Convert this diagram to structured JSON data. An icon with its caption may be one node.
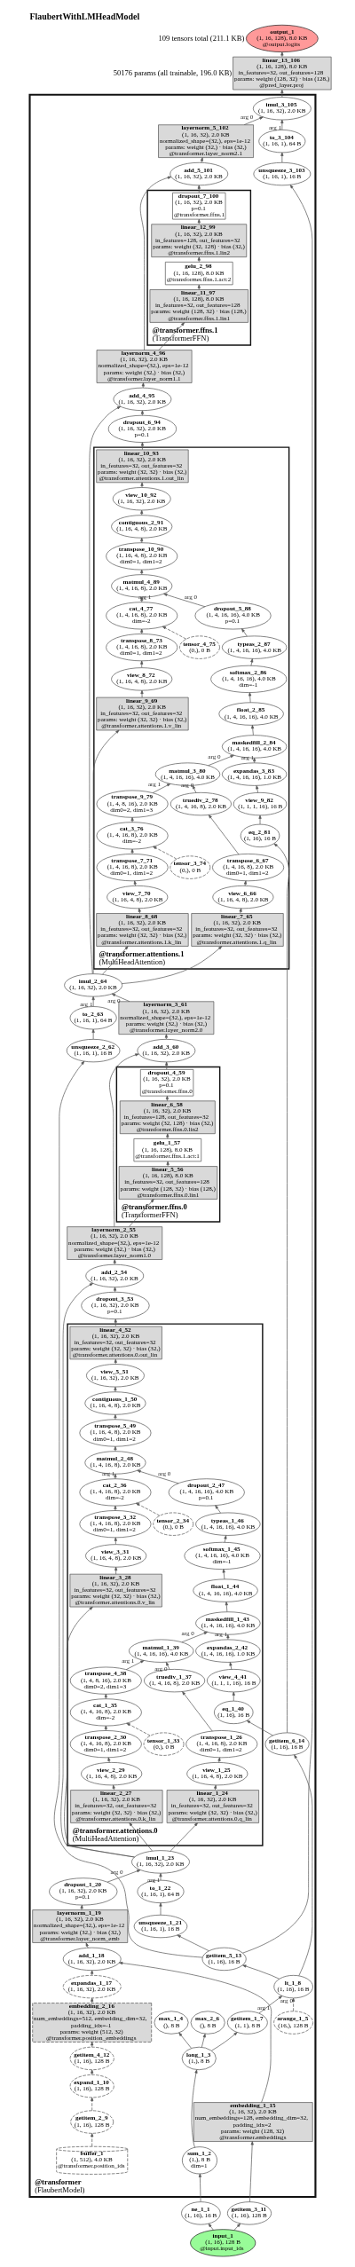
{
  "diagram": {
    "title": "FlaubertWithLMHeadModel",
    "nodes": [
      {
        "text": [
          "output_1",
          "(1, 16, 128), 8.0 KB",
          "@output.logits"
        ]
      },
      {
        "text": [
          "linear_13_106",
          "(1, 16, 128), 8.0 KB",
          "in_features=32, out_features=128",
          "params: weight (128, 32) · bias (128,)",
          "@pred_layer.proj"
        ]
      },
      {
        "text": [
          "@transformer",
          "(FlaubertModel)"
        ]
      },
      {
        "text": [
          "imul_3_105",
          "(1, 16, 32), 2.0 KB"
        ],
        "in": 2
      },
      {
        "text": [
          "layernorm_5_102",
          "(1, 16, 32), 2.0 KB",
          "normalized_shape=(32,), eps=1e-12",
          "params: weight (32,) · bias (32,)",
          "@transformer.layer_norm2.1"
        ],
        "in": 2
      },
      {
        "text": [
          "add_5_101",
          "(1, 16, 32), 2.0 KB"
        ],
        "in": 2
      },
      {
        "text": [
          "@transformer.ffns.1",
          "(TransformerFFN)"
        ],
        "in": 2
      },
      {
        "text": [
          "dropout_7_100",
          "(1, 16, 32), 2.0 KB",
          "p=0.1",
          "@transformer.ffns.1"
        ],
        "in": 6
      },
      {
        "text": [
          "linear_12_99",
          "(1, 16, 32), 2.0 KB",
          "in_features=128, out_features=32",
          "params: weight (32, 128) · bias (32,)",
          "@transformer.ffns.1.lin2"
        ],
        "in": 6
      },
      {
        "text": [
          "gelu_2_98",
          "(1, 16, 128), 8.0 KB",
          "@transformer.ffns.1.act:2"
        ],
        "in": 6
      },
      {
        "text": [
          "linear_11_97",
          "(1, 16, 128), 8.0 KB",
          "in_features=32, out_features=128",
          "params: weight (128, 32) · bias (128,)",
          "@transformer.ffns.1.lin1"
        ],
        "in": 6
      },
      {
        "text": [
          "layernorm_4_96",
          "(1, 16, 32), 2.0 KB",
          "normalized_shape=(32,), eps=1e-12",
          "params: weight (32,) · bias (32,)",
          "@transformer.layer_norm1.1"
        ],
        "in": 2
      },
      {
        "text": [
          "add_4_95",
          "(1, 16, 32), 2.0 KB"
        ],
        "in": 2
      },
      {
        "text": [
          "dropout_6_94",
          "(1, 16, 32), 2.0 KB",
          "p=0.1"
        ],
        "in": 2
      },
      {
        "text": [
          "@transformer.attentions.1",
          "(MultiHeadAttention)"
        ],
        "in": 2
      },
      {
        "text": [
          "linear_10_93",
          "(1, 16, 32), 2.0 KB",
          "in_features=32, out_features=32",
          "params: weight (32, 32) · bias (32,)",
          "@transformer.attentions.1.out_lin"
        ],
        "in": 14
      },
      {
        "text": [
          "view_10_92",
          "(1, 16, 32), 2.0 KB"
        ],
        "in": 14
      },
      {
        "text": [
          "contiguous_2_91",
          "(1, 16, 4, 8), 2.0 KB"
        ],
        "in": 14
      },
      {
        "text": [
          "transpose_10_90",
          "(1, 16, 4, 8), 2.0 KB",
          "dim0=1, dim1=2"
        ],
        "in": 14
      },
      {
        "text": [
          "matmul_4_89",
          "(1, 4, 16, 8), 2.0 KB"
        ],
        "in": 14
      },
      {
        "text": [
          "cat_4_77",
          "(1, 4, 16, 8), 2.0 KB",
          "dim=-2"
        ],
        "in": 14
      },
      {
        "text": [
          "dropout_5_88",
          "(1, 4, 16, 16), 4.0 KB",
          "p=0.1"
        ],
        "in": 14
      },
      {
        "text": [
          "transpose_8_73",
          "(1, 4, 16, 8), 2.0 KB",
          "dim0=1, dim1=2"
        ],
        "in": 14
      },
      {
        "text": [
          "tensor_4_75",
          "(0,), 0 B"
        ],
        "in": 14
      },
      {
        "text": [
          "typeas_2_87",
          "(1, 4, 16, 16), 4.0 KB"
        ],
        "in": 14
      },
      {
        "text": [
          "view_8_72",
          "(1, 16, 4, 8), 2.0 KB"
        ],
        "in": 14
      },
      {
        "text": [
          "softmax_2_86",
          "(1, 4, 16, 16), 4.0 KB",
          "dim=-1"
        ],
        "in": 14
      },
      {
        "text": [
          "linear_9_69",
          "(1, 16, 32), 2.0 KB",
          "in_features=32, out_features=32",
          "params: weight (32, 32) · bias (32,)",
          "@transformer.attentions.1.v_lin"
        ],
        "in": 14
      },
      {
        "text": [
          "float_2_85",
          "(1, 4, 16, 16), 4.0 KB"
        ],
        "in": 14
      },
      {
        "text": [
          "maskedfill_2_84",
          "(1, 4, 16, 16), 4.0 KB"
        ],
        "in": 14
      },
      {
        "text": [
          "expandas_3_83",
          "(1, 4, 16, 16), 1.0 KB"
        ],
        "in": 14
      },
      {
        "text": [
          "matmul_3_80",
          "(1, 4, 16, 16), 4.0 KB"
        ],
        "in": 14
      },
      {
        "text": [
          "view_9_82",
          "(1, 1, 1, 16), 16 B"
        ],
        "in": 14
      },
      {
        "text": [
          "truediv_2_78",
          "(1, 4, 16, 8), 2.0 KB"
        ],
        "in": 14
      },
      {
        "text": [
          "transpose_9_79",
          "(1, 4, 8, 16), 2.0 KB",
          "dim0=2, dim1=3"
        ],
        "in": 14
      },
      {
        "text": [
          "eq_2_81",
          "(1, 16), 16 B"
        ],
        "in": 14
      },
      {
        "text": [
          "transpose_6_67",
          "(1, 4, 16, 8), 2.0 KB",
          "dim0=1, dim1=2"
        ],
        "in": 14
      },
      {
        "text": [
          "cat_3_76",
          "(1, 4, 16, 8), 2.0 KB",
          "dim=-2"
        ],
        "in": 14
      },
      {
        "text": [
          "view_6_66",
          "(1, 16, 4, 8), 2.0 KB"
        ],
        "in": 14
      },
      {
        "text": [
          "transpose_7_71",
          "(1, 4, 16, 8), 2.0 KB",
          "dim0=1, dim1=2"
        ],
        "in": 14
      },
      {
        "text": [
          "tensor_3_74",
          "(0,), 0 B"
        ],
        "in": 14
      },
      {
        "text": [
          "linear_7_65",
          "(1, 16, 32), 2.0 KB",
          "in_features=32, out_features=32",
          "params: weight (32, 32) · bias (32,)",
          "@transformer.attentions.1.q_lin"
        ],
        "in": 14
      },
      {
        "text": [
          "view_7_70",
          "(1, 16, 4, 8), 2.0 KB"
        ],
        "in": 14
      },
      {
        "text": [
          "linear_8_68",
          "(1, 16, 32), 2.0 KB",
          "in_features=32, out_features=32",
          "params: weight (32, 32) · bias (32,)",
          "@transformer.attentions.1.k_lin"
        ],
        "in": 14
      },
      {
        "text": [
          "imul_2_64",
          "(1, 16, 32), 2.0 KB"
        ],
        "in": 2
      },
      {
        "text": [
          "layernorm_3_61",
          "(1, 16, 32), 2.0 KB",
          "normalized_shape=(32,), eps=1e-12",
          "params: weight (32,) · bias (32,)",
          "@transformer.layer_norm2.0"
        ],
        "in": 2
      },
      {
        "text": [
          "add_3_60",
          "(1, 16, 32), 2.0 KB"
        ],
        "in": 2
      },
      {
        "text": [
          "@transformer.ffns.0",
          "(TransformerFFN)"
        ],
        "in": 2
      },
      {
        "text": [
          "dropout_4_59",
          "(1, 16, 32), 2.0 KB",
          "p=0.1",
          "@transformer.ffns.0"
        ],
        "in": 47
      },
      {
        "text": [
          "linear_6_58",
          "(1, 16, 32), 2.0 KB",
          "in_features=128, out_features=32",
          "params: weight (32, 128) · bias (32,)",
          "@transformer.ffns.0.lin2"
        ],
        "in": 47
      },
      {
        "text": [
          "gelu_1_57",
          "(1, 16, 128), 8.0 KB",
          "@transformer.ffns.1.act:1"
        ],
        "in": 47
      },
      {
        "text": [
          "linear_5_56",
          "(1, 16, 128), 8.0 KB",
          "in_features=32, out_features=128",
          "params: weight (128, 32) · bias (128,)",
          "@transformer.ffns.0.lin1"
        ],
        "in": 47
      },
      {
        "text": [
          "layernorm_2_55",
          "(1, 16, 32), 2.0 KB",
          "normalized_shape=(32,), eps=1e-12",
          "params: weight (32,) · bias (32,)",
          "@transformer.layer_norm1.0"
        ],
        "in": 2
      },
      {
        "text": [
          "add_2_54",
          "(1, 16, 32), 2.0 KB"
        ],
        "in": 2
      },
      {
        "text": [
          "dropout_3_53",
          "(1, 16, 32), 2.0 KB",
          "p=0.1"
        ],
        "in": 2
      },
      {
        "text": [
          "@transformer.attentions.0",
          "(MultiHeadAttention)"
        ],
        "in": 2
      },
      {
        "text": [
          "linear_4_52",
          "(1, 16, 32), 2.0 KB",
          "in_features=32, out_features=32",
          "params: weight (32, 32) · bias (32,)",
          "@transformer.attentions.0.out_lin"
        ],
        "in": 55
      },
      {
        "text": [
          "view_5_51",
          "(1, 16, 32), 2.0 KB"
        ],
        "in": 55
      },
      {
        "text": [
          "contiguous_1_50",
          "(1, 16, 4, 8), 2.0 KB"
        ],
        "in": 55
      },
      {
        "text": [
          "transpose_5_49",
          "(1, 16, 4, 8), 2.0 KB",
          "dim0=1, dim1=2"
        ],
        "in": 55
      },
      {
        "text": [
          "matmul_2_48",
          "(1, 4, 16, 8), 2.0 KB"
        ],
        "in": 55
      },
      {
        "text": [
          "dropout_2_47",
          "(1, 4, 16, 16), 4.0 KB",
          "p=0.1"
        ],
        "in": 55
      },
      {
        "text": [
          "cat_2_36",
          "(1, 4, 16, 8), 2.0 KB",
          "dim=-2"
        ],
        "in": 55
      },
      {
        "text": [
          "typeas_1_46",
          "(1, 4, 16, 16), 4.0 KB"
        ],
        "in": 55
      },
      {
        "text": [
          "tensor_2_34",
          "(0,), 0 B"
        ],
        "in": 55
      },
      {
        "text": [
          "transpose_3_32",
          "(1, 4, 16, 8), 2.0 KB",
          "dim0=1, dim1=2"
        ],
        "in": 55
      },
      {
        "text": [
          "softmax_1_45",
          "(1, 4, 16, 16), 4.0 KB",
          "dim=-1"
        ],
        "in": 55
      },
      {
        "text": [
          "view_3_31",
          "(1, 16, 4, 8), 2.0 KB"
        ],
        "in": 55
      },
      {
        "text": [
          "float_1_44",
          "(1, 4, 16, 16), 4.0 KB"
        ],
        "in": 55
      },
      {
        "text": [
          "linear_3_28",
          "(1, 16, 32), 2.0 KB",
          "in_features=32, out_features=32",
          "params: weight (32, 32) · bias (32,)",
          "@transformer.attentions.0.v_lin"
        ],
        "in": 55
      },
      {
        "text": [
          "maskedfill_1_43",
          "(1, 4, 16, 16), 4.0 KB"
        ],
        "in": 55
      },
      {
        "text": [
          "expandas_2_42",
          "(1, 4, 16, 16), 1.0 KB"
        ],
        "in": 55
      },
      {
        "text": [
          "matmul_1_39",
          "(1, 4, 16, 16), 4.0 KB"
        ],
        "in": 55
      },
      {
        "text": [
          "view_4_41",
          "(1, 1, 1, 16), 16 B"
        ],
        "in": 55
      },
      {
        "text": [
          "transpose_4_38",
          "(1, 4, 8, 16), 2.0 KB",
          "dim0=2, dim1=3"
        ],
        "in": 55
      },
      {
        "text": [
          "truediv_1_37",
          "(1, 4, 16, 8), 2.0 KB"
        ],
        "in": 55
      },
      {
        "text": [
          "eq_1_40",
          "(1, 16), 16 B"
        ],
        "in": 55
      },
      {
        "text": [
          "cat_1_35",
          "(1, 4, 16, 8), 2.0 KB",
          "dim=-2"
        ],
        "in": 55
      },
      {
        "text": [
          "transpose_1_26",
          "(1, 4, 16, 8), 2.0 KB",
          "dim0=1, dim1=2"
        ],
        "in": 55
      },
      {
        "text": [
          "tensor_1_33",
          "(0,), 0 B"
        ],
        "in": 55
      },
      {
        "text": [
          "transpose_2_30",
          "(1, 4, 16, 8), 2.0 KB",
          "dim0=1, dim1=2"
        ],
        "in": 55
      },
      {
        "text": [
          "view_1_25",
          "(1, 16, 4, 8), 2.0 KB"
        ],
        "in": 55
      },
      {
        "text": [
          "view_2_29",
          "(1, 16, 4, 8), 2.0 KB"
        ],
        "in": 55
      },
      {
        "text": [
          "linear_1_24",
          "(1, 16, 32), 2.0 KB",
          "in_features=32, out_features=32",
          "params: weight (32, 32) · bias (32,)",
          "@transformer.attentions.0.q_lin"
        ],
        "in": 55
      },
      {
        "text": [
          "linear_2_27",
          "(1, 16, 32), 2.0 KB",
          "in_features=32, out_features=32",
          "params: weight (32, 32) · bias (32,)",
          "@transformer.attentions.0.k_lin"
        ],
        "in": 55
      },
      {
        "text": [
          "getitem_6_14",
          "(1, 16), 16 B"
        ],
        "in": 2
      },
      {
        "text": [
          "imul_1_23",
          "(1, 16, 32), 2.0 KB"
        ],
        "in": 2
      },
      {
        "text": [
          "dropout_1_20",
          "(1, 16, 32), 2.0 KB",
          "p=0.1"
        ],
        "in": 2
      },
      {
        "text": [
          "to_1_22",
          "(1, 16, 1), 64 B"
        ],
        "in": 2
      },
      {
        "text": [
          "to_2_63",
          "(1, 16, 1), 64 B"
        ],
        "in": 2
      },
      {
        "text": [
          "to_3_104",
          "(1, 16, 1), 64 B"
        ],
        "in": 2
      },
      {
        "text": [
          "layernorm_1_19",
          "(1, 16, 32), 2.0 KB",
          "normalized_shape=(32,), eps=1e-12",
          "params: weight (32,) · bias (32,)",
          "@transformer.layer_norm_emb"
        ],
        "in": 2
      },
      {
        "text": [
          "unsqueeze_1_21",
          "(1, 16, 1), 16 B"
        ],
        "in": 2
      },
      {
        "text": [
          "unsqueeze_2_62",
          "(1, 16, 1), 16 B"
        ],
        "in": 2
      },
      {
        "text": [
          "unsqueeze_3_103",
          "(1, 16, 1), 16 B"
        ],
        "in": 2
      },
      {
        "text": [
          "add_1_18",
          "(1, 16, 32), 2.0 KB"
        ],
        "in": 2
      },
      {
        "text": [
          "getitem_5_13",
          "(1, 16), 16 B"
        ],
        "in": 2
      },
      {
        "text": [
          "expandas_1_17",
          "(1, 16, 32), 2.0 KB"
        ],
        "in": 2
      },
      {
        "text": [
          "lt_1_8",
          "(1, 16), 16 B"
        ],
        "in": 2
      },
      {
        "text": [
          "embedding_1_15",
          "(1, 16, 32), 2.0 KB",
          "num_embeddings=128, embedding_dim=32, padding_idx=2",
          "params: weight (128, 32)",
          "@transformer.embeddings"
        ],
        "in": 2
      },
      {
        "text": [
          "embedding_2_16",
          "(1, 16, 32), 2.0 KB",
          "num_embeddings=512, embedding_dim=32, padding_idx=-1",
          "params: weight (512, 32)",
          "@transformer.position_embeddings"
        ],
        "in": 2
      },
      {
        "text": [
          "max_1_4",
          "(), 8 B"
        ],
        "in": 2
      },
      {
        "text": [
          "max_2_6",
          "(), 8 B"
        ],
        "in": 2
      },
      {
        "text": [
          "arange_1_5",
          "(16,), 128 B"
        ],
        "in": 2
      },
      {
        "text": [
          "getitem_1_7",
          "(1, 1), 8 B"
        ],
        "in": 2
      },
      {
        "text": [
          "getitem_4_12",
          "(1, 16), 128 B"
        ],
        "in": 2
      },
      {
        "text": [
          "long_1_3",
          "(1,), 8 B"
        ],
        "in": 2
      },
      {
        "text": [
          "expand_1_10",
          "(1, 16), 128 B"
        ],
        "in": 2
      },
      {
        "text": [
          "sum_1_2",
          "(1,), 8 B",
          "dim=1"
        ],
        "in": 2
      },
      {
        "text": [
          "getitem_2_9",
          "(1, 16), 128 B"
        ],
        "in": 2
      },
      {
        "text": [
          "ne_1_1",
          "(1, 16), 16 B"
        ]
      },
      {
        "text": [
          "getitem_3_11",
          "(1, 16), 128 B"
        ]
      },
      {
        "text": [
          "buffer_1",
          "(1, 512), 4.0 KB",
          "@transformer.position_ids"
        ],
        "in": 2
      },
      {
        "text": [
          "input_1",
          "(1, 16), 128 B",
          "@input.input_ids"
        ]
      }
    ],
    "edges": [
      {
        "from": 113,
        "to": 110,
        "arrow": "to"
      },
      {
        "from": 113,
        "to": 111,
        "arrow": "to"
      },
      {
        "from": 110,
        "to": 108,
        "arrow": "to"
      },
      {
        "from": 108,
        "to": 106,
        "arrow": "to"
      },
      {
        "from": 106,
        "to": 101,
        "arrow": "to"
      },
      {
        "from": 106,
        "to": 102,
        "arrow": "to"
      },
      {
        "from": 106,
        "to": 104,
        "arrow": "to"
      },
      {
        "from": 103,
        "to": 98,
        "arrow": "to",
        "label": "arg 0",
        "style": "dashed"
      },
      {
        "from": 104,
        "to": 98,
        "arrow": "to",
        "label": "arg 1"
      },
      {
        "from": 112,
        "to": 109,
        "arrow": "to",
        "style": "dashed"
      },
      {
        "from": 109,
        "to": 107,
        "arrow": "to",
        "style": "dashed"
      },
      {
        "from": 107,
        "to": 105,
        "arrow": "to",
        "style": "dashed"
      },
      {
        "from": 98,
        "to": 96,
        "arrow": "to"
      },
      {
        "from": 98,
        "to": 85,
        "arrow": "to"
      },
      {
        "from": 111,
        "to": 99,
        "arrow": "to"
      },
      {
        "from": 105,
        "to": 100,
        "arrow": "to",
        "style": "dashed"
      },
      {
        "from": 100,
        "to": 97,
        "arrow": "to",
        "style": "dashed"
      },
      {
        "from": 99,
        "to": 95,
        "arrow": "to"
      },
      {
        "from": 97,
        "to": 95,
        "arrow": "to",
        "style": "dashed"
      },
      {
        "from": 95,
        "to": 91,
        "arrow": "to"
      },
      {
        "from": 91,
        "to": 87,
        "arrow": "to"
      },
      {
        "from": 96,
        "to": 92,
        "arrow": "to"
      },
      {
        "from": 92,
        "to": 88,
        "arrow": "to"
      },
      {
        "from": 87,
        "to": 86,
        "arrow": "to",
        "label": "arg 0"
      },
      {
        "from": 88,
        "to": 86,
        "arrow": "to",
        "label": "arg 1"
      },
      {
        "from": 86,
        "to": 83,
        "arrow": "to"
      },
      {
        "from": 83,
        "to": 81,
        "arrow": "to"
      },
      {
        "from": 81,
        "to": 78,
        "arrow": "to"
      },
      {
        "from": 86,
        "to": 84,
        "arrow": "to"
      },
      {
        "from": 84,
        "to": 82,
        "arrow": "to"
      },
      {
        "from": 82,
        "to": 80,
        "arrow": "to"
      },
      {
        "from": 86,
        "to": 69,
        "arrow": "to"
      },
      {
        "from": 69,
        "to": 67,
        "arrow": "to"
      },
      {
        "from": 67,
        "to": 65,
        "arrow": "to"
      },
      {
        "from": 79,
        "to": 77,
        "arrow": "to",
        "style": "dashed"
      },
      {
        "from": 80,
        "to": 77,
        "arrow": "to"
      },
      {
        "from": 64,
        "to": 62,
        "arrow": "to",
        "style": "dashed"
      },
      {
        "from": 65,
        "to": 62,
        "arrow": "to"
      },
      {
        "from": 78,
        "to": 75,
        "arrow": "to"
      },
      {
        "from": 77,
        "to": 74,
        "arrow": "to"
      },
      {
        "from": 75,
        "to": 72,
        "arrow": "to",
        "label": "arg 0"
      },
      {
        "from": 74,
        "to": 72,
        "arrow": "to",
        "label": "arg 1"
      },
      {
        "from": 85,
        "to": 76,
        "arrow": "to"
      },
      {
        "from": 76,
        "to": 73,
        "arrow": "to"
      },
      {
        "from": 73,
        "to": 71,
        "arrow": "to"
      },
      {
        "from": 72,
        "to": 70,
        "arrow": "to",
        "label": "arg 0"
      },
      {
        "from": 71,
        "to": 70,
        "arrow": "to",
        "label": "arg 1"
      },
      {
        "from": 70,
        "to": 68,
        "arrow": "to"
      },
      {
        "from": 68,
        "to": 66,
        "arrow": "to"
      },
      {
        "from": 66,
        "to": 63,
        "arrow": "to"
      },
      {
        "from": 63,
        "to": 61,
        "arrow": "to"
      },
      {
        "from": 61,
        "to": 60,
        "arrow": "to",
        "label": "arg 0"
      },
      {
        "from": 62,
        "to": 60,
        "arrow": "to",
        "label": "arg 1"
      },
      {
        "from": 60,
        "to": 59,
        "arrow": "to"
      },
      {
        "from": 59,
        "to": 58,
        "arrow": "to"
      },
      {
        "from": 58,
        "to": 57,
        "arrow": "to"
      },
      {
        "from": 57,
        "to": 56,
        "arrow": "to"
      },
      {
        "from": 56,
        "to": 54,
        "arrow": "to"
      },
      {
        "from": 54,
        "to": 53,
        "arrow": "to"
      },
      {
        "from": 86,
        "to": 53,
        "arrow": "to"
      },
      {
        "from": 53,
        "to": 52,
        "arrow": "to"
      },
      {
        "from": 52,
        "to": 51,
        "arrow": "to"
      },
      {
        "from": 51,
        "to": 50,
        "arrow": "to"
      },
      {
        "from": 50,
        "to": 49,
        "arrow": "to"
      },
      {
        "from": 49,
        "to": 48,
        "arrow": "to"
      },
      {
        "from": 48,
        "to": 46,
        "arrow": "to"
      },
      {
        "from": 52,
        "to": 46,
        "arrow": "to"
      },
      {
        "from": 46,
        "to": 45,
        "arrow": "to"
      },
      {
        "from": 96,
        "to": 93,
        "arrow": "to"
      },
      {
        "from": 93,
        "to": 89,
        "arrow": "to"
      },
      {
        "from": 45,
        "to": 44,
        "arrow": "to",
        "label": "arg 0"
      },
      {
        "from": 89,
        "to": 44,
        "arrow": "to",
        "label": "arg 1"
      },
      {
        "from": 44,
        "to": 41,
        "arrow": "to"
      },
      {
        "from": 41,
        "to": 38,
        "arrow": "to"
      },
      {
        "from": 38,
        "to": 36,
        "arrow": "to"
      },
      {
        "from": 44,
        "to": 43,
        "arrow": "to"
      },
      {
        "from": 43,
        "to": 42,
        "arrow": "to"
      },
      {
        "from": 42,
        "to": 39,
        "arrow": "to"
      },
      {
        "from": 44,
        "to": 27,
        "arrow": "to"
      },
      {
        "from": 27,
        "to": 25,
        "arrow": "to"
      },
      {
        "from": 25,
        "to": 22,
        "arrow": "to"
      },
      {
        "from": 40,
        "to": 37,
        "arrow": "to",
        "style": "dashed"
      },
      {
        "from": 39,
        "to": 37,
        "arrow": "to"
      },
      {
        "from": 23,
        "to": 20,
        "arrow": "to",
        "style": "dashed"
      },
      {
        "from": 22,
        "to": 20,
        "arrow": "to"
      },
      {
        "from": 36,
        "to": 33,
        "arrow": "to"
      },
      {
        "from": 37,
        "to": 34,
        "arrow": "to"
      },
      {
        "from": 33,
        "to": 31,
        "arrow": "to",
        "label": "arg 0"
      },
      {
        "from": 34,
        "to": 31,
        "arrow": "to",
        "label": "arg 1"
      },
      {
        "from": 85,
        "to": 35,
        "arrow": "to"
      },
      {
        "from": 35,
        "to": 32,
        "arrow": "to"
      },
      {
        "from": 32,
        "to": 30,
        "arrow": "to"
      },
      {
        "from": 31,
        "to": 29,
        "arrow": "to",
        "label": "arg 0"
      },
      {
        "from": 30,
        "to": 29,
        "arrow": "to",
        "label": "arg 1"
      },
      {
        "from": 29,
        "to": 28,
        "arrow": "to"
      },
      {
        "from": 28,
        "to": 26,
        "arrow": "to"
      },
      {
        "from": 26,
        "to": 24,
        "arrow": "to"
      },
      {
        "from": 24,
        "to": 21,
        "arrow": "to"
      },
      {
        "from": 21,
        "to": 19,
        "arrow": "to",
        "label": "arg 0"
      },
      {
        "from": 20,
        "to": 19,
        "arrow": "to",
        "label": "arg 1"
      },
      {
        "from": 19,
        "to": 18,
        "arrow": "to"
      },
      {
        "from": 18,
        "to": 17,
        "arrow": "to"
      },
      {
        "from": 17,
        "to": 16,
        "arrow": "to"
      },
      {
        "from": 16,
        "to": 15,
        "arrow": "to"
      },
      {
        "from": 15,
        "to": 13,
        "arrow": "to"
      },
      {
        "from": 13,
        "to": 12,
        "arrow": "to"
      },
      {
        "from": 44,
        "to": 12,
        "arrow": "to"
      },
      {
        "from": 12,
        "to": 11,
        "arrow": "to"
      },
      {
        "from": 11,
        "to": 10,
        "arrow": "to"
      },
      {
        "from": 10,
        "to": 9,
        "arrow": "to"
      },
      {
        "from": 9,
        "to": 8,
        "arrow": "to"
      },
      {
        "from": 8,
        "to": 7,
        "arrow": "to"
      },
      {
        "from": 7,
        "to": 5,
        "arrow": "to"
      },
      {
        "from": 11,
        "to": 5,
        "arrow": "to"
      },
      {
        "from": 5,
        "to": 4,
        "arrow": "to"
      },
      {
        "from": 96,
        "to": 94,
        "arrow": "to"
      },
      {
        "from": 94,
        "to": 90,
        "arrow": "to"
      },
      {
        "from": 4,
        "to": 3,
        "arrow": "to",
        "label": "arg 0"
      },
      {
        "from": 90,
        "to": 3,
        "arrow": "to",
        "label": "arg 1"
      },
      {
        "from": 3,
        "to": 1,
        "arrow": "to"
      },
      {
        "from": 1,
        "to": 0,
        "arrow": "to"
      }
    ],
    "labels": [
      "109 tensors total (211.1 KB)",
      "50176 params (all trainable, 196.0 KB)"
    ]
  }
}
